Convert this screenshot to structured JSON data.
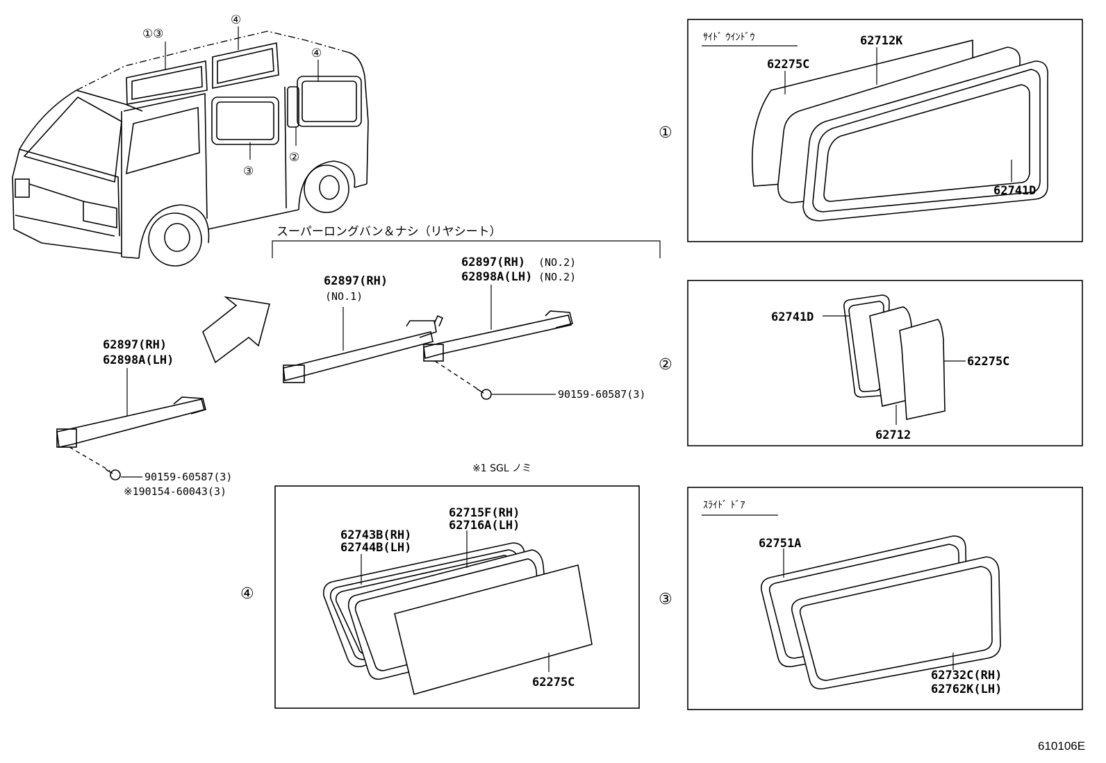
{
  "van": {
    "callout_13": "①③",
    "callout_4_roof": "④",
    "callout_4_rear": "④",
    "callout_3": "③",
    "callout_2": "②"
  },
  "rear_seat": {
    "heading": "スーパーロングバン＆ナシ（リヤシート）",
    "no1_part": "62897(RH)",
    "no1_note": "(NO.1)",
    "no2_part_rh": "62897(RH)",
    "no2_note_rh": "(NO.2)",
    "no2_part_lh": "62898A(LH)",
    "no2_note_lh": "(NO.2)",
    "bolt": "90159-60587(3)"
  },
  "left_bracket": {
    "part_rh": "62897(RH)",
    "part_lh": "62898A(LH)",
    "bolt": "90159-60587(3)",
    "bolt_alt": "※190154-60043(3)"
  },
  "note_sgl": "※1  SGL  ノミ",
  "panel1": {
    "title": "ｻｲﾄﾞ ｳｲﾝﾄﾞｳ",
    "marker": "①",
    "p1": "62275C",
    "p2": "62712K",
    "p3": "62741D"
  },
  "panel2": {
    "marker": "②",
    "p1": "62741D",
    "p2": "62275C",
    "p3": "62712"
  },
  "panel3": {
    "title": "ｽﾗｲﾄﾞ ﾄﾞｱ",
    "marker": "③",
    "p1": "62751A",
    "p2_rh": "62732C(RH)",
    "p2_lh": "62762K(LH)"
  },
  "panel4": {
    "marker": "④",
    "p1_rh": "62743B(RH)",
    "p1_lh": "62744B(LH)",
    "p2_rh": "62715F(RH)",
    "p2_lh": "62716A(LH)",
    "p3": "62275C"
  },
  "figure_code": "610106E"
}
